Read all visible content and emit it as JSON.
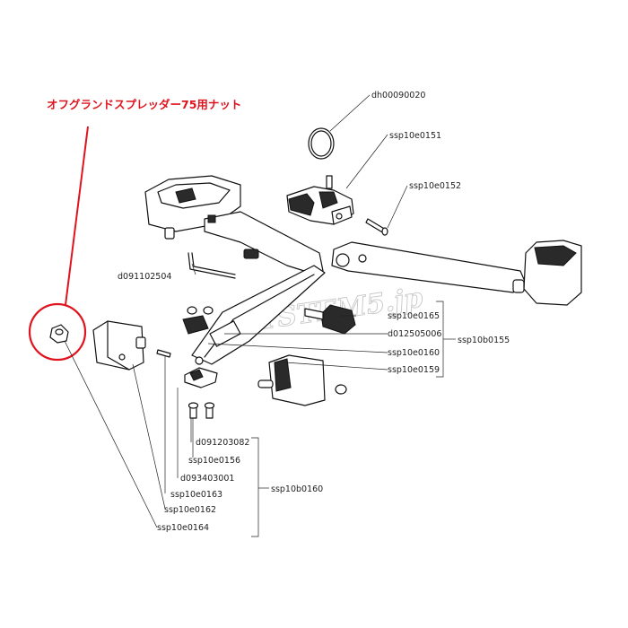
{
  "title": {
    "text": "オフグランドスプレッダー75用ナット",
    "color": "#e0141e"
  },
  "watermark": {
    "text": "SYSTEM5.jp"
  },
  "parts": {
    "dh00090020": "dh00090020",
    "ssp10e0151": "ssp10e0151",
    "ssp10e0152": "ssp10e0152",
    "d091102504": "d091102504",
    "ssp10e0165": "ssp10e0165",
    "d012505006": "d012505006",
    "ssp10e0160": "ssp10e0160",
    "ssp10e0159": "ssp10e0159",
    "d091203082": "d091203082",
    "ssp10e0156": "ssp10e0156",
    "d093403001": "d093403001",
    "ssp10e0163": "ssp10e0163",
    "ssp10e0162": "ssp10e0162",
    "ssp10e0164": "ssp10e0164"
  },
  "groups": {
    "ssp10b0155": "ssp10b0155",
    "ssp10b0160": "ssp10b0160"
  },
  "colors": {
    "highlight": "#e0141e",
    "line": "#111111"
  }
}
